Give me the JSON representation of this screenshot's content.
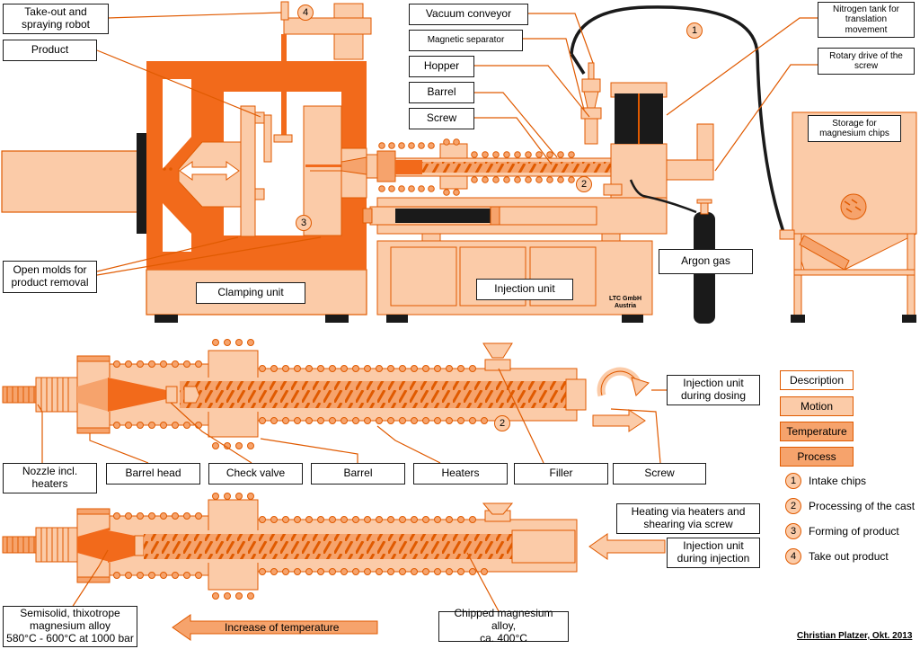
{
  "colors": {
    "light": "#fbcba8",
    "medium": "#f6a36c",
    "dark": "#f26a1b",
    "outline": "#e05a00",
    "black": "#1a1a1a"
  },
  "labels": {
    "takeout_robot": "Take-out and\nspraying robot",
    "product": "Product",
    "open_molds": "Open molds for\nproduct removal",
    "clamping_unit": "Clamping unit",
    "vacuum_conveyor": "Vacuum conveyor",
    "magnetic_separator": "Magnetic separator",
    "hopper": "Hopper",
    "barrel": "Barrel",
    "screw": "Screw",
    "nitrogen_tank": "Nitrogen tank for\ntranslation\nmovement",
    "rotary_drive": "Rotary drive of the\nscrew",
    "storage": "Storage for\nmagnesium chips",
    "argon_gas": "Argon gas",
    "injection_unit": "Injection unit",
    "ltc": "LTC GmbH\nAustria",
    "during_dosing": "Injection unit\nduring dosing",
    "nozzle": "Nozzle incl.\nheaters",
    "barrel_head": "Barrel head",
    "check_valve": "Check valve",
    "barrel2": "Barrel",
    "heaters": "Heaters",
    "filler": "Filler",
    "screw2": "Screw",
    "heating_shearing": "Heating via heaters and\nshearing via screw",
    "during_injection": "Injection unit\nduring injection",
    "semisolid": "Semisolid, thixotrope\nmagnesium alloy\n580°C - 600°C at 1000 bar",
    "chipped": "Chipped magnesium alloy,\nca. 400°C",
    "increase_temp": "Increase of temperature",
    "credit": "Christian Platzer, Okt. 2013"
  },
  "legend": {
    "boxes": [
      {
        "label": "Description",
        "color": "#ffffff"
      },
      {
        "label": "Motion",
        "color": "#fbcba8"
      },
      {
        "label": "Temperature",
        "color": "#f6a36c"
      },
      {
        "label": "Process",
        "color": "#f6a36c"
      }
    ],
    "steps": [
      {
        "num": "1",
        "label": "Intake chips"
      },
      {
        "num": "2",
        "label": "Processing of the cast"
      },
      {
        "num": "3",
        "label": "Forming of product"
      },
      {
        "num": "4",
        "label": "Take out product"
      }
    ]
  },
  "badges": {
    "b1": "1",
    "b2": "2",
    "b3": "3",
    "b4": "4",
    "b2b": "2"
  }
}
